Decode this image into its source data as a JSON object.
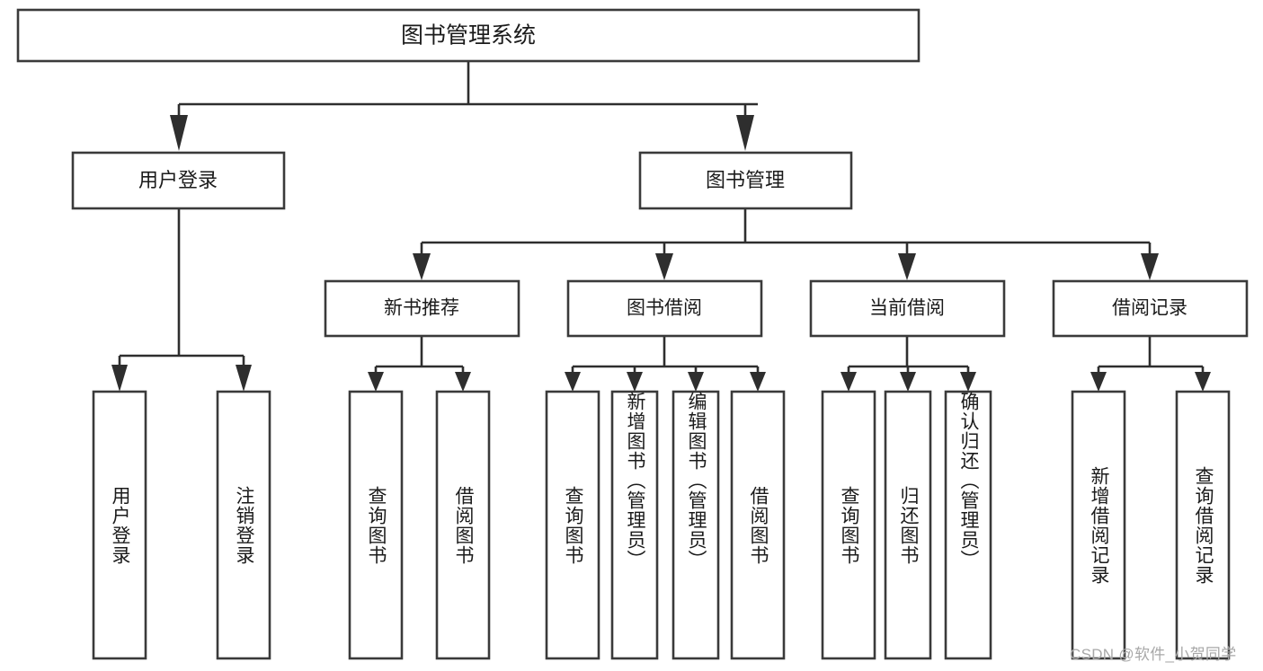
{
  "diagram": {
    "kind": "tree-hierarchy-chart",
    "root": {
      "id": "root",
      "label": "图书管理系统"
    },
    "level2": [
      {
        "id": "user-login",
        "label": "用户登录"
      },
      {
        "id": "book-management",
        "label": "图书管理"
      }
    ],
    "level3": [
      {
        "id": "new-book-recommend",
        "label": "新书推荐",
        "parent": "book-management"
      },
      {
        "id": "book-borrow",
        "label": "图书借阅",
        "parent": "book-management"
      },
      {
        "id": "current-borrow",
        "label": "当前借阅",
        "parent": "book-management"
      },
      {
        "id": "borrow-record",
        "label": "借阅记录",
        "parent": "book-management"
      }
    ],
    "leaves": [
      {
        "id": "leaf-user-login",
        "label": "用户登录",
        "parent": "user-login"
      },
      {
        "id": "leaf-logout-login",
        "label": "注销登录",
        "parent": "user-login"
      },
      {
        "id": "leaf-query-book-1",
        "label": "查询图书",
        "parent": "new-book-recommend"
      },
      {
        "id": "leaf-borrow-book-1",
        "label": "借阅图书",
        "parent": "new-book-recommend"
      },
      {
        "id": "leaf-query-book-2",
        "label": "查询图书",
        "parent": "book-borrow"
      },
      {
        "id": "leaf-add-book",
        "label": "新增图书（管理员）",
        "parent": "book-borrow"
      },
      {
        "id": "leaf-edit-book",
        "label": "编辑图书（管理员）",
        "parent": "book-borrow"
      },
      {
        "id": "leaf-borrow-book-2",
        "label": "借阅图书",
        "parent": "book-borrow"
      },
      {
        "id": "leaf-query-book-3",
        "label": "查询图书",
        "parent": "current-borrow"
      },
      {
        "id": "leaf-return-book",
        "label": "归还图书",
        "parent": "current-borrow"
      },
      {
        "id": "leaf-confirm-return",
        "label": "确认归还（管理员）",
        "parent": "current-borrow"
      },
      {
        "id": "leaf-add-record",
        "label": "新增借阅记录",
        "parent": "borrow-record"
      },
      {
        "id": "leaf-query-record",
        "label": "查询借阅记录",
        "parent": "borrow-record"
      }
    ],
    "colors": {
      "box_fill": "#ffffff",
      "box_stroke": "#3a3a3a",
      "connector": "#2e2e2e",
      "text": "#1b1b1b",
      "background": "#ffffff",
      "watermark": "#a8a8a8"
    }
  },
  "watermark": {
    "text": "CSDN @软件_小贺同学"
  }
}
